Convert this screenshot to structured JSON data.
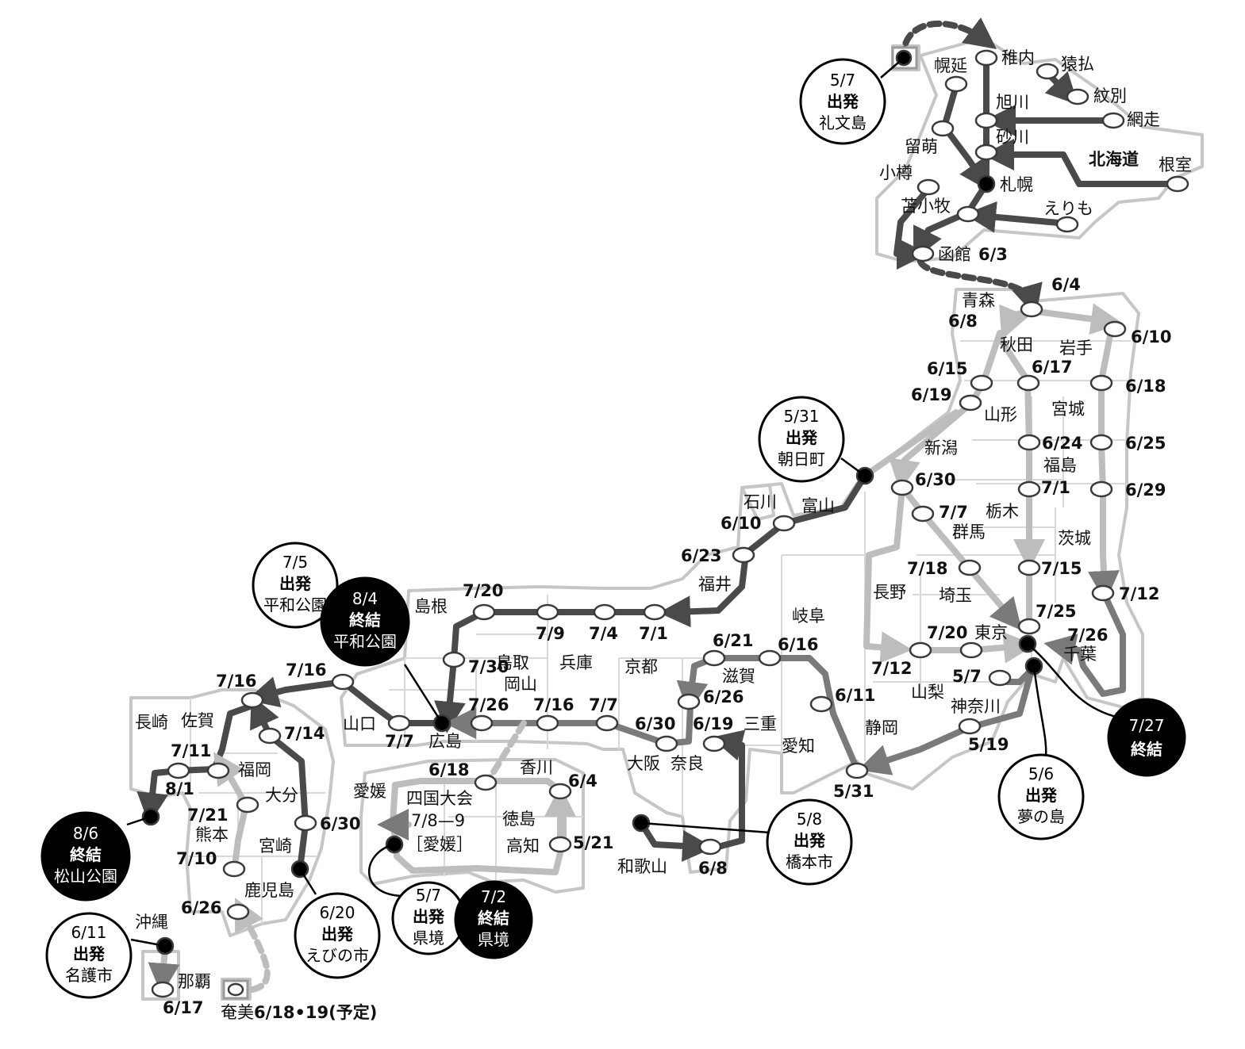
{
  "map": {
    "region_labels": {
      "hokkaido": "北海道",
      "aomori": "青森",
      "akita": "秋田",
      "iwate": "岩手",
      "yamagata": "山形",
      "miyagi": "宮城",
      "niigata": "新潟",
      "fukushima": "福島",
      "tochigi": "栃木",
      "gunma": "群馬",
      "ibaraki": "茨城",
      "nagano": "長野",
      "saitama": "埼玉",
      "yamanashi": "山梨",
      "kanagawa": "神奈川",
      "chiba": "千葉",
      "tokyo": "東京",
      "ishikawa": "石川",
      "toyama": "富山",
      "fukui": "福井",
      "gifu": "岐阜",
      "shiga": "滋賀",
      "kyoto": "京都",
      "hyogo": "兵庫",
      "tottori": "鳥取",
      "shimane": "島根",
      "okayama": "岡山",
      "hiroshima": "広島",
      "yamaguchi": "山口",
      "osaka": "大阪",
      "nara": "奈良",
      "mie": "三重",
      "aichi": "愛知",
      "shizuoka": "静岡",
      "wakayama": "和歌山",
      "ehime": "愛媛",
      "kagawa": "香川",
      "tokushima": "徳島",
      "kochi": "高知",
      "fukuoka": "福岡",
      "saga": "佐賀",
      "nagasaki": "長崎",
      "oita": "大分",
      "kumamoto": "熊本",
      "miyazaki": "宮崎",
      "kagoshima": "鹿児島",
      "okinawa": "沖縄",
      "naha": "那覇",
      "amami": "奄美"
    },
    "hokkaido_cities": {
      "wakkanai": "稚内",
      "horonobe": "幌延",
      "sarufutsu": "猿払",
      "monbetsu": "紋別",
      "asahikawa": "旭川",
      "abashiri": "網走",
      "sunagawa": "砂川",
      "rumoi": "留萌",
      "nemuro": "根室",
      "sapporo": "札幌",
      "otaru": "小樽",
      "tomakomai": "苫小牧",
      "erimo": "えりも",
      "hakodate": "函館"
    },
    "dates": {
      "hakodate": "6/3",
      "d_6_4a": "6/4",
      "d_6_8a": "6/8",
      "d_6_10": "6/10",
      "d_6_15": "6/15",
      "d_6_17a": "6/17",
      "d_6_18a": "6/18",
      "d_6_19a": "6/19",
      "d_6_24": "6/24",
      "d_6_25": "6/25",
      "d_6_30a": "6/30",
      "d_7_1a": "7/1",
      "d_6_29": "6/29",
      "d_7_7a": "7/7",
      "d_7_18": "7/18",
      "d_7_15": "7/15",
      "d_7_12a": "7/12",
      "d_7_25": "7/25",
      "d_7_20a": "7/20",
      "d_7_26a": "7/26",
      "d_7_12b": "7/12",
      "d_5_7a": "5/7",
      "d_5_19": "5/19",
      "d_6_10b": "6/10",
      "d_6_23": "6/23",
      "d_6_21": "6/21",
      "d_6_16": "6/16",
      "d_6_26a": "6/26",
      "d_6_11": "6/11",
      "d_5_31": "5/31",
      "d_7_20b": "7/20",
      "d_7_9": "7/9",
      "d_7_4": "7/4",
      "d_7_1b": "7/1",
      "d_7_30": "7/30",
      "d_7_26b": "7/26",
      "d_7_16a": "7/16",
      "d_7_7b": "7/7",
      "d_6_30b": "6/30",
      "d_6_19b": "6/19",
      "d_6_8b": "6/8",
      "d_7_16b": "7/16",
      "d_7_16c": "7/16",
      "d_7_7c": "7/7",
      "d_7_14": "7/14",
      "d_7_11": "7/11",
      "d_8_1": "8/1",
      "d_7_21": "7/21",
      "d_7_10": "7/10",
      "d_6_26b": "6/26",
      "d_6_30c": "6/30",
      "d_6_18b": "6/18",
      "d_6_4b": "6/4",
      "d_5_21": "5/21",
      "d_6_17b": "6/17",
      "amami_date": "6/18•19(予定)"
    },
    "shikoku_event": {
      "line1": "四国大会",
      "line2": "7/8—9",
      "line3": "［愛媛］"
    }
  },
  "callouts": [
    {
      "id": "rebun",
      "date": "5/7",
      "status": "出発",
      "place": "礼文島",
      "style": "white"
    },
    {
      "id": "asahimachi",
      "date": "5/31",
      "status": "出発",
      "place": "朝日町",
      "style": "white"
    },
    {
      "id": "heiwa-start",
      "date": "7/5",
      "status": "出発",
      "place": "平和公園",
      "style": "white"
    },
    {
      "id": "heiwa-end",
      "date": "8/4",
      "status": "終結",
      "place": "平和公園",
      "style": "black"
    },
    {
      "id": "matsuyama-end",
      "date": "8/6",
      "status": "終結",
      "place": "松山公園",
      "style": "black"
    },
    {
      "id": "ebino",
      "date": "6/20",
      "status": "出発",
      "place": "えびの市",
      "style": "white"
    },
    {
      "id": "kenzakai-start",
      "date": "5/7",
      "status": "出発",
      "place": "県境",
      "style": "white"
    },
    {
      "id": "kenzakai-end",
      "date": "7/2",
      "status": "終結",
      "place": "県境",
      "style": "black"
    },
    {
      "id": "hashimoto",
      "date": "5/8",
      "status": "出発",
      "place": "橋本市",
      "style": "white"
    },
    {
      "id": "yumenoshima",
      "date": "5/6",
      "status": "出発",
      "place": "夢の島",
      "style": "white"
    },
    {
      "id": "tokyo-end",
      "date": "7/27",
      "status": "終結",
      "place": "",
      "style": "black"
    },
    {
      "id": "nago",
      "date": "6/11",
      "status": "出発",
      "place": "名護市",
      "style": "white"
    }
  ],
  "colors": {
    "dark_route": "#4a4a4a",
    "mid_route": "#7a7a7a",
    "light_route": "#bdbdbd",
    "border": "#c6c6c6"
  }
}
